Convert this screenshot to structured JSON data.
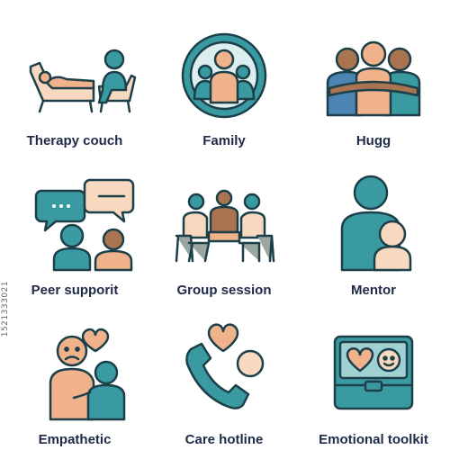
{
  "palette": {
    "teal": "#3a9aa1",
    "peach": "#f0b28a",
    "cream": "#f7d9bf",
    "outline": "#1c3f4a",
    "brown": "#a9744f",
    "blue": "#4c84b3",
    "gray": "#9aa6a0"
  },
  "icons": [
    {
      "name": "therapy-couch-icon",
      "label": "Therapy couch"
    },
    {
      "name": "family-icon",
      "label": "Family"
    },
    {
      "name": "hug-icon",
      "label": "Hugg"
    },
    {
      "name": "peer-support-icon",
      "label": "Peer supporit"
    },
    {
      "name": "group-session-icon",
      "label": "Group session"
    },
    {
      "name": "mentor-icon",
      "label": "Mentor"
    },
    {
      "name": "empathetic-icon",
      "label": "Empathetic"
    },
    {
      "name": "care-hotline-icon",
      "label": "Care hotline"
    },
    {
      "name": "emotional-toolkit-icon",
      "label": "Emotional toolkit"
    }
  ],
  "side_id": "1521333021"
}
